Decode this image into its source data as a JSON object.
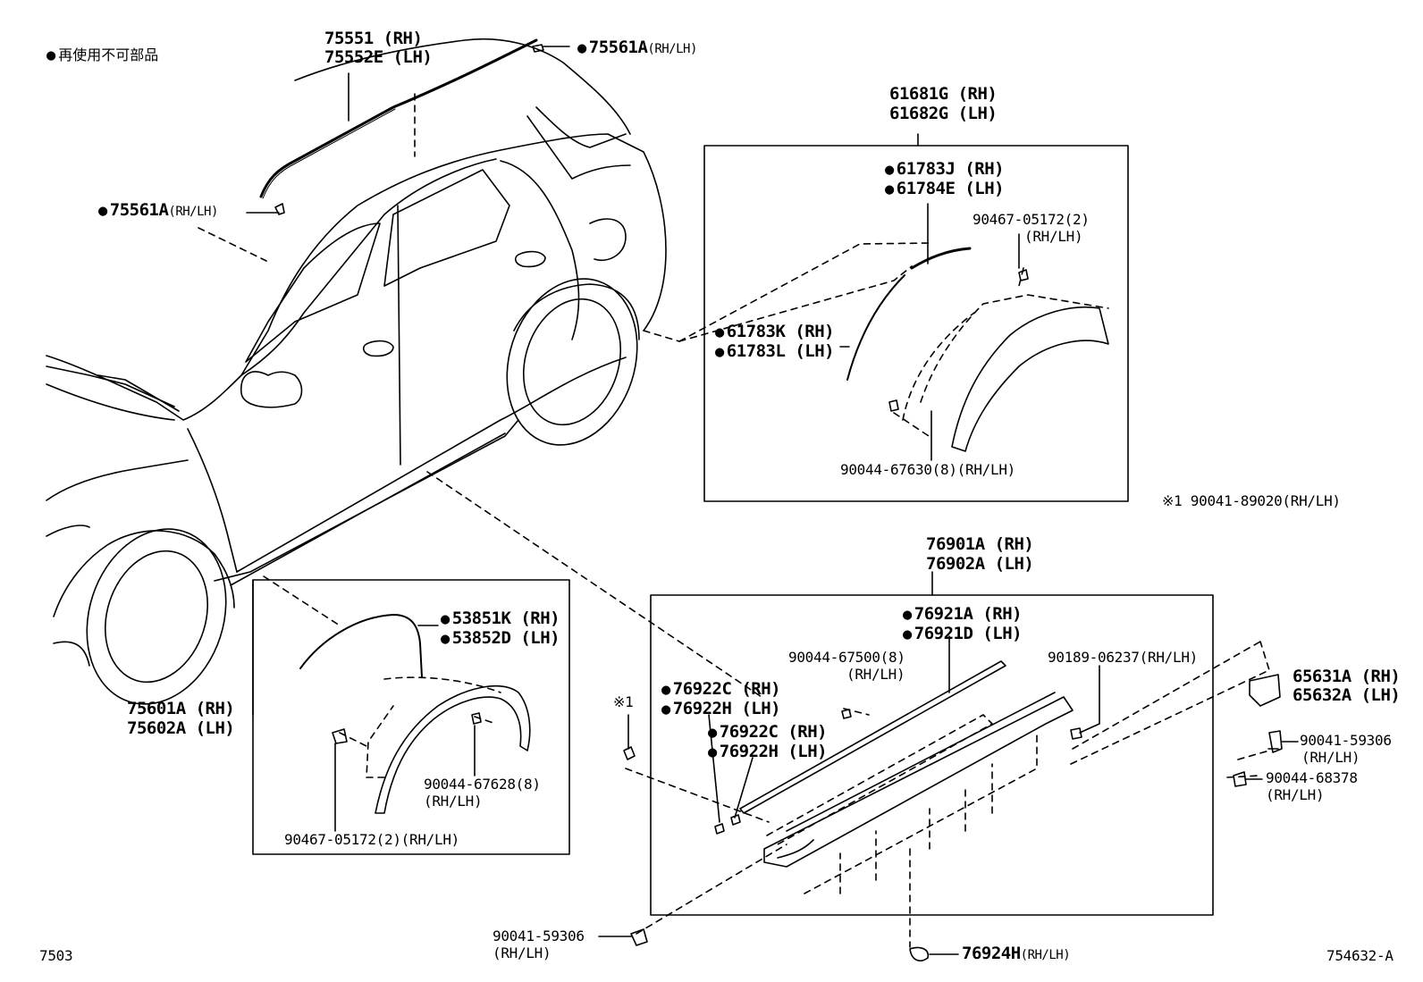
{
  "legend": {
    "text": "再使用不可部品"
  },
  "footer": {
    "left": "7503",
    "right": "754632-A"
  },
  "note": {
    "text": "※1 90041-89020(RH/LH)"
  },
  "parts": {
    "p75551": "75551  (RH)",
    "p75552": "75552E (LH)",
    "p75561a_top": "75561A",
    "p75561a_top_side": "(RH/LH)",
    "p75561a_left": "75561A",
    "p75561a_left_side": "(RH/LH)",
    "p61681": "61681G (RH)",
    "p61682": "61682G (LH)",
    "p61783j": "61783J (RH)",
    "p61784e": "61784E (LH)",
    "p90467_right": "90467-05172(2)",
    "p90467_right_side": "(RH/LH)",
    "p61783k": "61783K (RH)",
    "p61783l": "61783L (LH)",
    "p90044_67630": "90044-67630(8)(RH/LH)",
    "p76901": "76901A (RH)",
    "p76902": "76902A (LH)",
    "p76921a": "76921A (RH)",
    "p76921d": "76921D (LH)",
    "p90044_67500": "90044-67500(8)",
    "p90044_67500_side": "(RH/LH)",
    "p90189": "90189-06237(RH/LH)",
    "p76922c_1": "76922C (RH)",
    "p76922h_1": "76922H (LH)",
    "p76922c_2": "76922C (RH)",
    "p76922h_2": "76922H (LH)",
    "ref1": "※1",
    "p65631": "65631A (RH)",
    "p65632": "65632A (LH)",
    "p90041_59306_r": "90041-59306",
    "p90041_59306_r_side": "(RH/LH)",
    "p90044_68378": "90044-68378",
    "p90044_68378_side": "(RH/LH)",
    "p53851": "53851K (RH)",
    "p53852": "53852D (LH)",
    "p75601": "75601A (RH)",
    "p75602": "75602A (LH)",
    "p90044_67628": "90044-67628(8)",
    "p90044_67628_side": "(RH/LH)",
    "p90467_left": "90467-05172(2)(RH/LH)",
    "p90041_59306_b": "90041-59306",
    "p90041_59306_b_side": "(RH/LH)",
    "p76924h": "76924H",
    "p76924h_side": "(RH/LH)"
  }
}
